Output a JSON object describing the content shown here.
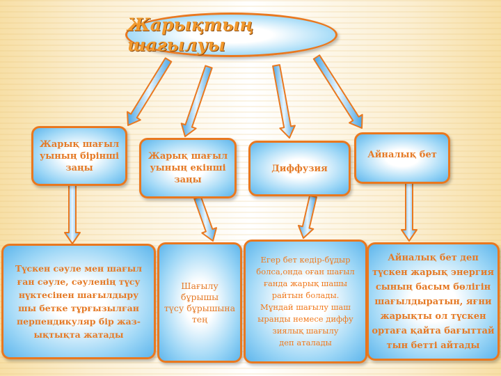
{
  "title": "Жарықтың шағылуы",
  "top_boxes": [
    {
      "lines": [
        "Жарық шағыл",
        "уының бірінші",
        "заңы"
      ]
    },
    {
      "lines": [
        "Жарық шағыл",
        "уының екінші",
        "заңы"
      ]
    },
    {
      "lines": [
        "Диффузия"
      ]
    },
    {
      "lines": [
        "Айналық бет"
      ]
    }
  ],
  "bottom_boxes": [
    {
      "lines": [
        "Түскен сәуле мен шағыл",
        "ған сәуле, сәуленің  түсу",
        "нүктесінен шағылдыру",
        "шы бетке тұрғызылған",
        "перпендикуляр бір жаз-",
        "ықтықта жатады"
      ]
    },
    {
      "lines": [
        "Шағылу",
        "бұрышы",
        "түсу бұрышына",
        "тең"
      ]
    },
    {
      "lines": [
        "Егер бет кедір-бұдыр",
        "болса,онда оған шағыл",
        "ғанда жарық шашы",
        "райтын болады.",
        "Мұндай шағылу шаш",
        "ыранды немесе диффу",
        "зиялық шағылу",
        "деп аталады"
      ]
    },
    {
      "lines": [
        "Айналық бет деп",
        "түскен жарық энергия",
        "сының басым бөлігін",
        "шағылдыратын, яғни",
        "жарықты ол түскен",
        "ортаға қайта бағыттай",
        "тын бетті айтады"
      ]
    }
  ]
}
